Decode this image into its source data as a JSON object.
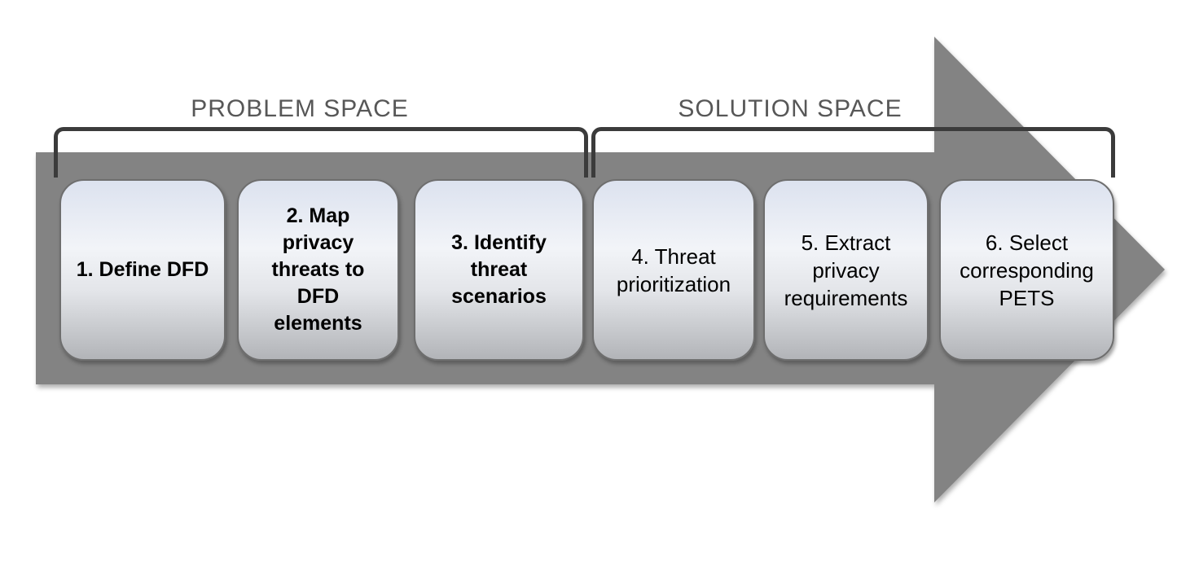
{
  "labels": {
    "problem_space": "PROBLEM SPACE",
    "solution_space": "SOLUTION SPACE"
  },
  "steps": [
    {
      "id": 1,
      "space": "problem",
      "label": "1. Define DFD"
    },
    {
      "id": 2,
      "space": "problem",
      "label": "2. Map\nprivacy\nthreats to\nDFD\nelements"
    },
    {
      "id": 3,
      "space": "problem",
      "label": "3. Identify\nthreat\nscenarios"
    },
    {
      "id": 4,
      "space": "solution",
      "label": "4. Threat\nprioritization"
    },
    {
      "id": 5,
      "space": "solution",
      "label": "5. Extract\nprivacy\nrequirements"
    },
    {
      "id": 6,
      "space": "solution",
      "label": "6. Select\ncorresponding\nPETS"
    }
  ],
  "colors": {
    "arrow-fill": "#838383",
    "bracket-stroke": "#3b3b3b",
    "space-label-text": "#575757",
    "box-border": "#6e6e6e",
    "box-gradient-top": "#dce2ef",
    "box-gradient-middle": "#f2f4f8",
    "box-gradient-lower": "#e3e5e9",
    "box-gradient-bottom": "#b2b4b8",
    "step-text": "#000000"
  }
}
